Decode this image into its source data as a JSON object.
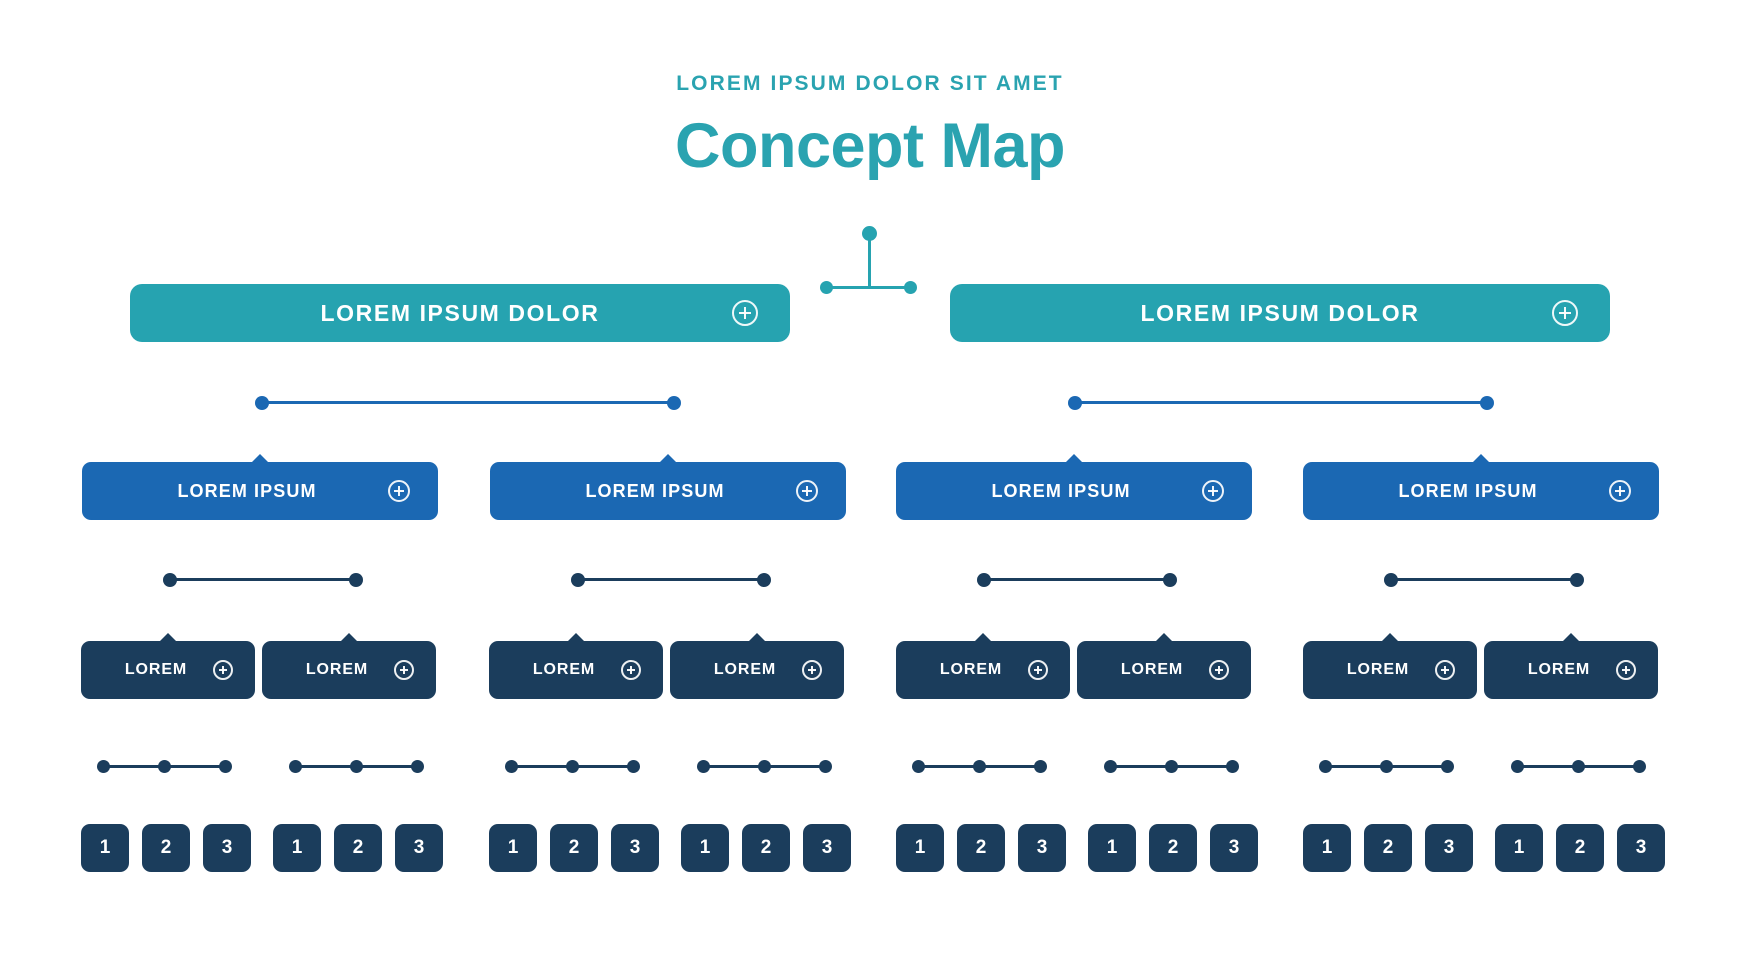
{
  "header": {
    "kicker": "LOREM IPSUM DOLOR SIT AMET",
    "title": "Concept Map"
  },
  "colors": {
    "teal": "#26a3b0",
    "blue": "#1b68b3",
    "navy": "#1b3d5c",
    "background": "#ffffff",
    "text_on_node": "#ffffff"
  },
  "level1": {
    "nodes": [
      {
        "label": "LOREM IPSUM DOLOR",
        "action_icon": "plus-circle-icon"
      },
      {
        "label": "LOREM IPSUM DOLOR",
        "action_icon": "plus-circle-icon"
      }
    ]
  },
  "level2": {
    "nodes": [
      {
        "label": "LOREM IPSUM",
        "action_icon": "plus-circle-icon"
      },
      {
        "label": "LOREM IPSUM",
        "action_icon": "plus-circle-icon"
      },
      {
        "label": "LOREM IPSUM",
        "action_icon": "plus-circle-icon"
      },
      {
        "label": "LOREM IPSUM",
        "action_icon": "plus-circle-icon"
      }
    ]
  },
  "level3": {
    "nodes": [
      {
        "label": "LOREM",
        "action_icon": "plus-circle-icon"
      },
      {
        "label": "LOREM",
        "action_icon": "plus-circle-icon"
      },
      {
        "label": "LOREM",
        "action_icon": "plus-circle-icon"
      },
      {
        "label": "LOREM",
        "action_icon": "plus-circle-icon"
      },
      {
        "label": "LOREM",
        "action_icon": "plus-circle-icon"
      },
      {
        "label": "LOREM",
        "action_icon": "plus-circle-icon"
      },
      {
        "label": "LOREM",
        "action_icon": "plus-circle-icon"
      },
      {
        "label": "LOREM",
        "action_icon": "plus-circle-icon"
      }
    ]
  },
  "level4": {
    "chips": [
      "1",
      "2",
      "3",
      "1",
      "2",
      "3",
      "1",
      "2",
      "3",
      "1",
      "2",
      "3",
      "1",
      "2",
      "3",
      "1",
      "2",
      "3",
      "1",
      "2",
      "3",
      "1",
      "2",
      "3"
    ]
  }
}
